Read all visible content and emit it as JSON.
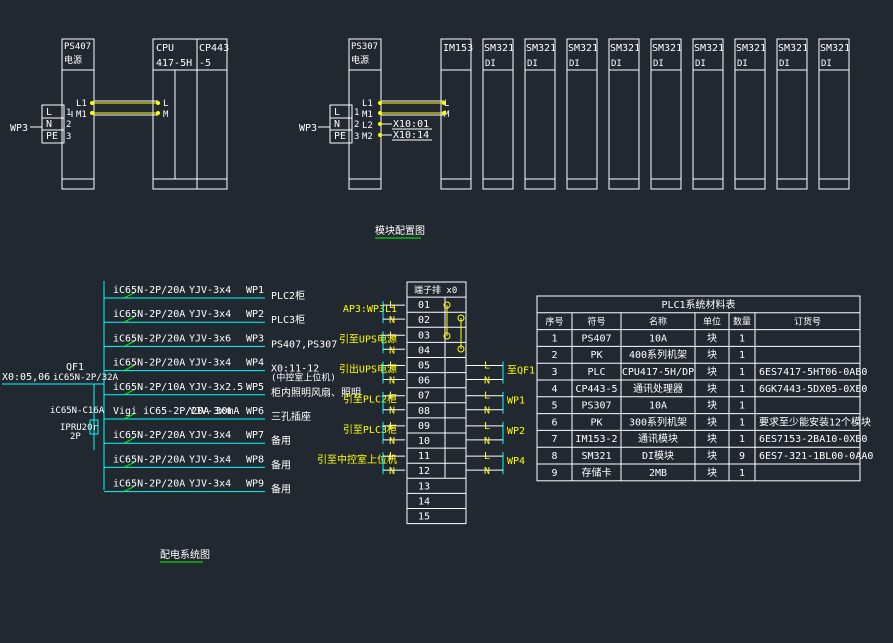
{
  "colors": {
    "background": "#212830",
    "line": "#ffffff",
    "wire": "#00ffff",
    "bus": "#00ff00",
    "label": "#ffff00"
  },
  "left_rack": {
    "wp": "WP3",
    "terms": [
      "L",
      "N",
      "PE"
    ],
    "nums": [
      "1",
      "2",
      "3"
    ],
    "ps": {
      "name": "PS407",
      "sub": "电源",
      "pins": [
        "L1",
        "M1"
      ]
    },
    "cpu": {
      "line1": "CPU",
      "line2": "417-5H"
    },
    "cp": {
      "line1": "CP443",
      "line2": "-5"
    },
    "cpu_pins": [
      "L",
      "M"
    ]
  },
  "right_rack": {
    "wp": "WP3",
    "terms": [
      "L",
      "N",
      "PE"
    ],
    "nums": [
      "1",
      "2",
      "3"
    ],
    "ps": {
      "name": "PS307",
      "sub": "电源",
      "pins": [
        "L1",
        "M1",
        "L2",
        "M2"
      ]
    },
    "im": {
      "line1": "IM153",
      "pins": [
        "L",
        "M"
      ]
    },
    "sm": [
      {
        "line1": "SM321",
        "line2": "DI"
      },
      {
        "line1": "SM321",
        "line2": "DI"
      },
      {
        "line1": "SM321",
        "line2": "DI"
      },
      {
        "line1": "SM321",
        "line2": "DI"
      },
      {
        "line1": "SM321",
        "line2": "DI"
      },
      {
        "line1": "SM321",
        "line2": "DI"
      },
      {
        "line1": "SM321",
        "line2": "DI"
      },
      {
        "line1": "SM321",
        "line2": "DI"
      },
      {
        "line1": "SM321",
        "line2": "DI"
      }
    ],
    "xrefs": [
      "X10:01",
      "X10:14"
    ]
  },
  "config_title": "模块配置图",
  "distribution": {
    "title": "配电系统图",
    "incoming": "X0:05,06",
    "main_breaker": "iC65N-2P/32A",
    "qf": "QF1",
    "spd_breaker": "iC65N-C16A",
    "spd": "IPRU20r",
    "spd_p": "2P",
    "branches": [
      {
        "breaker": "iC65N-2P/20A",
        "cable": "YJV-3x4",
        "wp": "WP1",
        "load": "PLC2柜"
      },
      {
        "breaker": "iC65N-2P/20A",
        "cable": "YJV-3x4",
        "wp": "WP2",
        "load": "PLC3柜"
      },
      {
        "breaker": "iC65N-2P/20A",
        "cable": "YJV-3x6",
        "wp": "WP3",
        "load": "PS407,PS307"
      },
      {
        "breaker": "iC65N-2P/20A",
        "cable": "YJV-3x4",
        "wp": "WP4",
        "load": "X0:11-12",
        "load2": "(中控室上位机)"
      },
      {
        "breaker": "iC65N-2P/10A",
        "cable": "YJV-3x2.5",
        "wp": "WP5",
        "load": "柜内照明风扇、照明"
      },
      {
        "breaker": "Vigi iC65-2P/20A 30mA",
        "cable": "YJV-3x4",
        "wp": "WP6",
        "load": "三孔插座"
      },
      {
        "breaker": "iC65N-2P/20A",
        "cable": "YJV-3x4",
        "wp": "WP7",
        "load": "备用"
      },
      {
        "breaker": "iC65N-2P/20A",
        "cable": "YJV-3x4",
        "wp": "WP8",
        "load": "备用"
      },
      {
        "breaker": "iC65N-2P/20A",
        "cable": "YJV-3x4",
        "wp": "WP9",
        "load": "备用"
      }
    ]
  },
  "terminal": {
    "title": "端子排 x0",
    "rows": [
      "01",
      "02",
      "03",
      "04",
      "05",
      "06",
      "07",
      "08",
      "09",
      "10",
      "11",
      "12",
      "13",
      "14",
      "15"
    ],
    "left_labels": [
      {
        "text": "AP3:WP3L1",
        "row": 0
      },
      {
        "text": "引至UPS电源",
        "row": 2
      },
      {
        "text": "引出UPS电源",
        "row": 4
      },
      {
        "text": "引至PLC2柜",
        "row": 6
      },
      {
        "text": "引至PLC3柜",
        "row": 8
      },
      {
        "text": "引至中控室上位机",
        "row": 10
      }
    ],
    "right_labels": [
      {
        "text": "至QF1",
        "row": 4
      },
      {
        "text": "WP1",
        "row": 6
      },
      {
        "text": "WP2",
        "row": 8
      },
      {
        "text": "WP4",
        "row": 10
      }
    ],
    "ln": [
      "L",
      "N"
    ]
  },
  "bom": {
    "title": "PLC1系统材料表",
    "headers": [
      "序号",
      "符号",
      "名称",
      "单位",
      "数量",
      "订货号"
    ],
    "rows": [
      [
        "1",
        "PS407",
        "10A",
        "块",
        "1",
        ""
      ],
      [
        "2",
        "PK",
        "400系列机架",
        "块",
        "1",
        ""
      ],
      [
        "3",
        "PLC",
        "CPU417-5H/DP",
        "块",
        "1",
        "6ES7417-5HT06-0AB0"
      ],
      [
        "4",
        "CP443-5",
        "通讯处理器",
        "块",
        "1",
        "6GK7443-5DX05-0XE0"
      ],
      [
        "5",
        "PS307",
        "10A",
        "块",
        "1",
        ""
      ],
      [
        "6",
        "PK",
        "300系列机架",
        "块",
        "1",
        "要求至少能安装12个模块"
      ],
      [
        "7",
        "IM153-2",
        "通讯模块",
        "块",
        "1",
        "6ES7153-2BA10-0XB0"
      ],
      [
        "8",
        "SM321",
        "DI模块",
        "块",
        "9",
        "6ES7-321-1BL00-0AA0"
      ],
      [
        "9",
        "存储卡",
        "2MB",
        "块",
        "1",
        ""
      ]
    ]
  }
}
